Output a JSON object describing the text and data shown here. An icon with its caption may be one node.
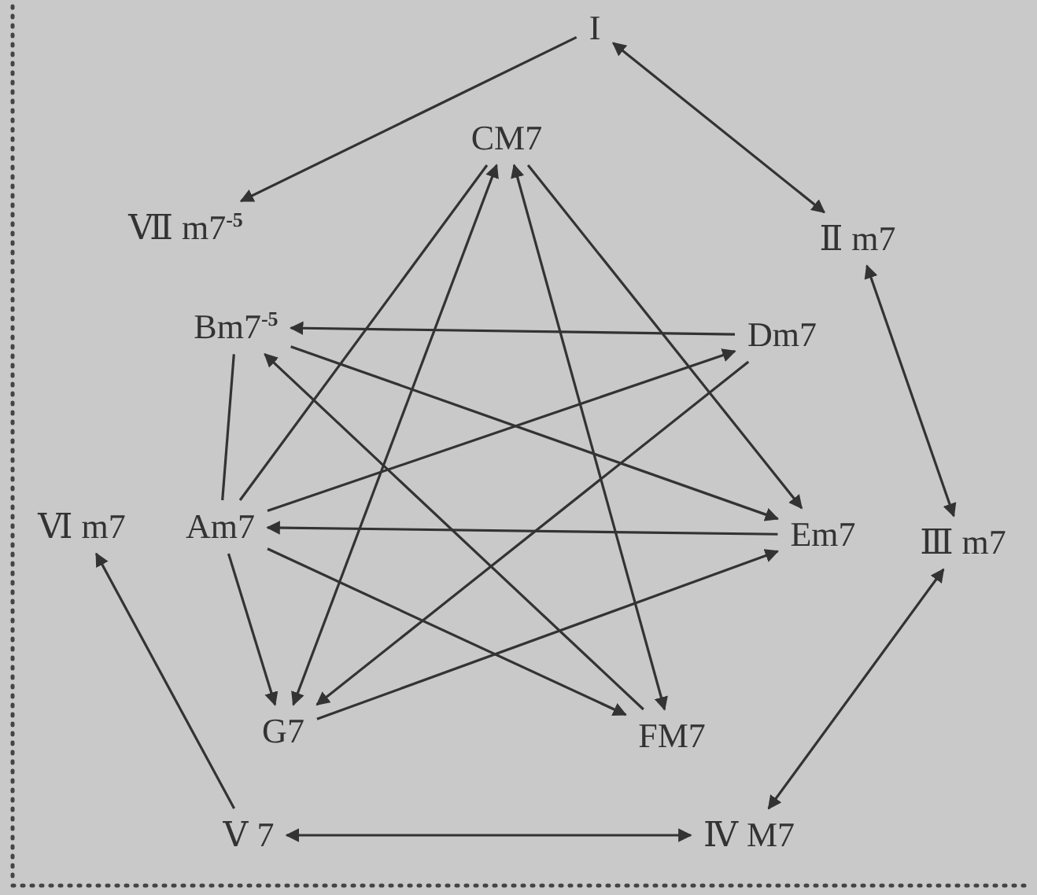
{
  "diagram": {
    "nodes": [
      {
        "text": [
          "I"
        ]
      },
      {
        "text": [
          "CM7"
        ]
      },
      {
        "text": [
          "Ⅶ m7$^{-5}$"
        ]
      },
      {
        "text": [
          "Ⅱ m7"
        ]
      },
      {
        "text": [
          "Bm7$^{-5}$"
        ]
      },
      {
        "text": [
          "Dm7"
        ]
      },
      {
        "text": [
          "Ⅵ m7"
        ]
      },
      {
        "text": [
          "Am7"
        ]
      },
      {
        "text": [
          "Em7"
        ]
      },
      {
        "text": [
          "Ⅲ m7"
        ]
      },
      {
        "text": [
          "G7"
        ]
      },
      {
        "text": [
          "FM7"
        ]
      },
      {
        "text": [
          "Ⅴ 7"
        ]
      },
      {
        "text": [
          "Ⅳ M7"
        ]
      }
    ],
    "edges": [
      {
        "from": 0,
        "to": 2,
        "arrow": "to"
      },
      {
        "from": 0,
        "to": 3,
        "arrow": "both"
      },
      {
        "from": 3,
        "to": 9,
        "arrow": "both"
      },
      {
        "from": 9,
        "to": 13,
        "arrow": "both"
      },
      {
        "from": 12,
        "to": 13,
        "arrow": "both"
      },
      {
        "from": 12,
        "to": 6,
        "arrow": "to"
      },
      {
        "from": 1,
        "to": 10,
        "arrow": "both"
      },
      {
        "from": 1,
        "to": 7,
        "arrow": "none"
      },
      {
        "from": 4,
        "to": 7,
        "arrow": "none"
      },
      {
        "from": 1,
        "to": 8,
        "arrow": "to"
      },
      {
        "from": 1,
        "to": 11,
        "arrow": "both"
      },
      {
        "from": 5,
        "to": 4,
        "arrow": "to"
      },
      {
        "from": 4,
        "to": 8,
        "arrow": "to"
      },
      {
        "from": 11,
        "to": 4,
        "arrow": "to"
      },
      {
        "from": 7,
        "to": 5,
        "arrow": "to"
      },
      {
        "from": 5,
        "to": 10,
        "arrow": "to"
      },
      {
        "from": 8,
        "to": 7,
        "arrow": "to"
      },
      {
        "from": 7,
        "to": 10,
        "arrow": "to"
      },
      {
        "from": 7,
        "to": 11,
        "arrow": "to"
      },
      {
        "from": 10,
        "to": 8,
        "arrow": "to"
      }
    ]
  }
}
